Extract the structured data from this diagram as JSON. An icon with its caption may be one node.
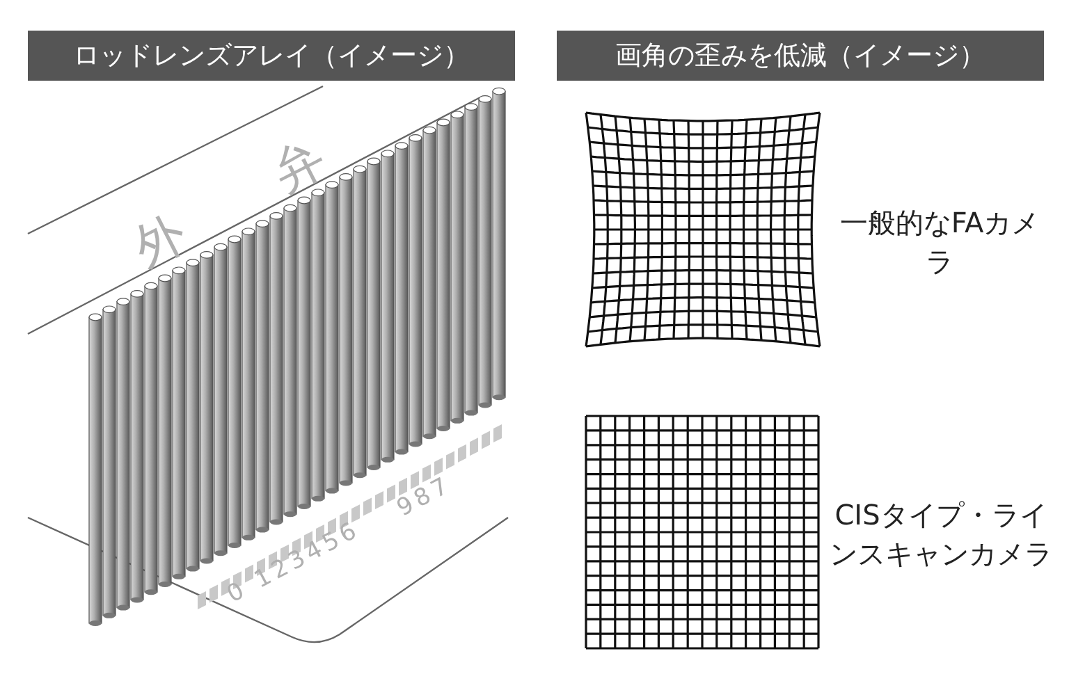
{
  "diagram": {
    "labels": [
      "ロッドレンズアレイ（イメージ）",
      "画角の歪みを低減（イメージ）",
      "外",
      "弁",
      "0 123456",
      "987",
      "一般的なFAカメラ",
      "CISタイプ・ラインスキャンカメラ"
    ]
  }
}
